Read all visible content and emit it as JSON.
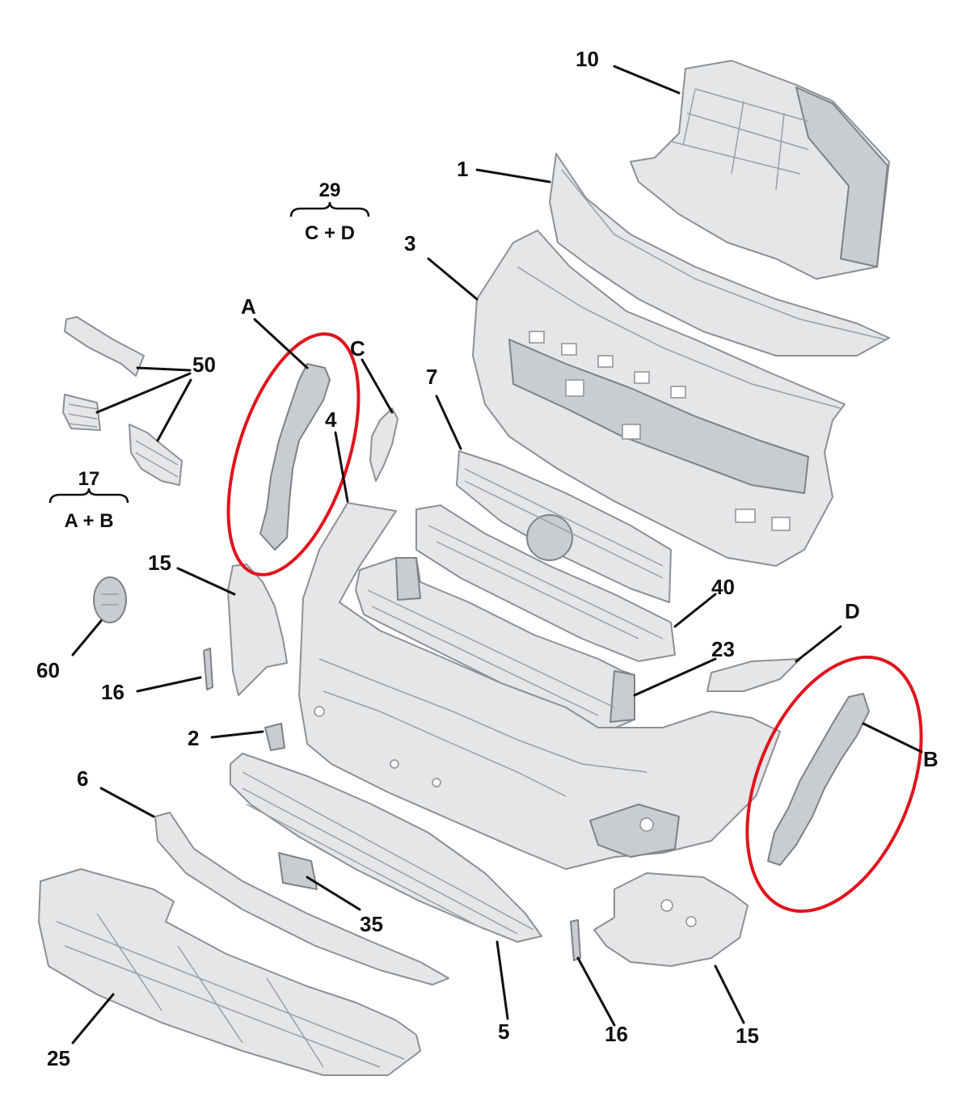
{
  "callouts": {
    "c10": "10",
    "c1": "1",
    "c3": "3",
    "c7": "7",
    "c4": "4",
    "cA": "A",
    "cC": "C",
    "c50": "50",
    "c15_left": "15",
    "c60": "60",
    "c16_left": "16",
    "c2": "2",
    "c40": "40",
    "c23": "23",
    "cD": "D",
    "cB": "B",
    "c6": "6",
    "c35": "35",
    "c5": "5",
    "c16_bottom": "16",
    "c15_bottom": "15",
    "c25": "25"
  },
  "groups": {
    "g29": {
      "number": "29",
      "members": "C + D"
    },
    "g17": {
      "number": "17",
      "members": "A + B"
    }
  },
  "colors": {
    "highlight": "#e0141e",
    "part_fill": "#e4e6e8",
    "part_outline": "#8c9196",
    "text": "#111111"
  }
}
